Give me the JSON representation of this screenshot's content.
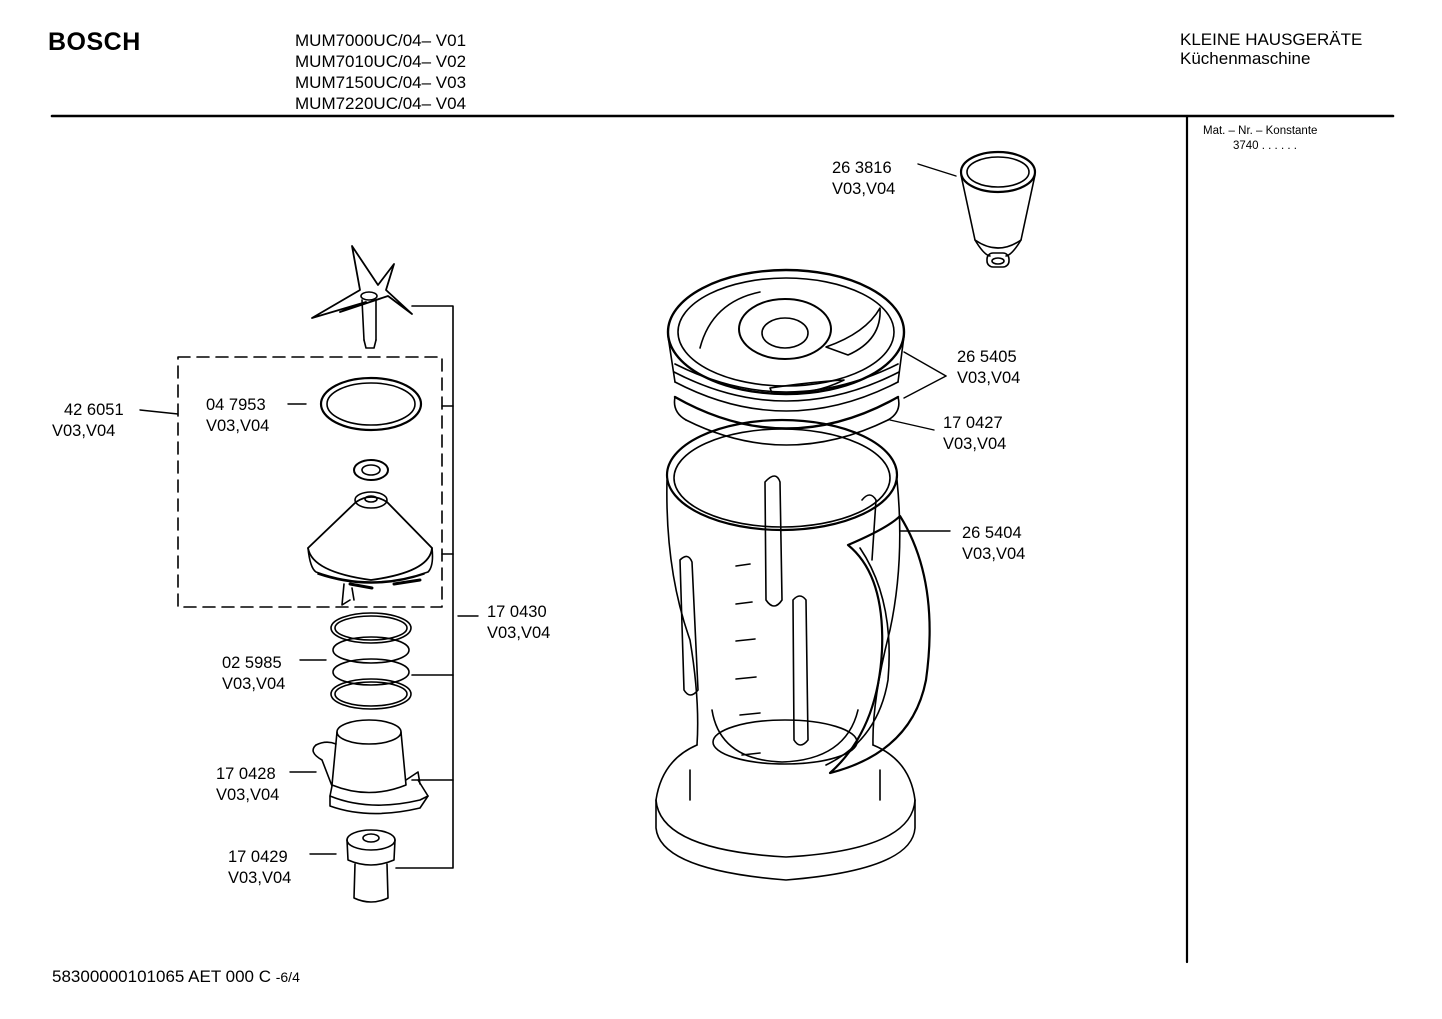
{
  "header": {
    "brand": "BOSCH",
    "models": [
      "MUM7000UC/04– V01",
      "MUM7010UC/04– V02",
      "MUM7150UC/04– V03",
      "MUM7220UC/04– V04"
    ],
    "category": "KLEINE HAUSGERÄTE",
    "subcategory": "Küchenmaschine"
  },
  "sidebar": {
    "constant_label": "Mat. – Nr. – Konstante",
    "constant_value": "3740  .  .   .  .  .  ."
  },
  "parts": [
    {
      "number": "26 3816",
      "versions": "V03,V04"
    },
    {
      "number": "26 5405",
      "versions": "V03,V04"
    },
    {
      "number": "17 0427",
      "versions": "V03,V04"
    },
    {
      "number": "26 5404",
      "versions": "V03,V04"
    },
    {
      "number": "42 6051",
      "versions": "V03,V04"
    },
    {
      "number": "04 7953",
      "versions": "V03,V04"
    },
    {
      "number": "17 0430",
      "versions": "V03,V04"
    },
    {
      "number": "02 5985",
      "versions": "V03,V04"
    },
    {
      "number": "17 0428",
      "versions": "V03,V04"
    },
    {
      "number": "17 0429",
      "versions": "V03,V04"
    }
  ],
  "footer": {
    "document_code": "58300000101065 AET 000 C",
    "page": "-6/4"
  }
}
